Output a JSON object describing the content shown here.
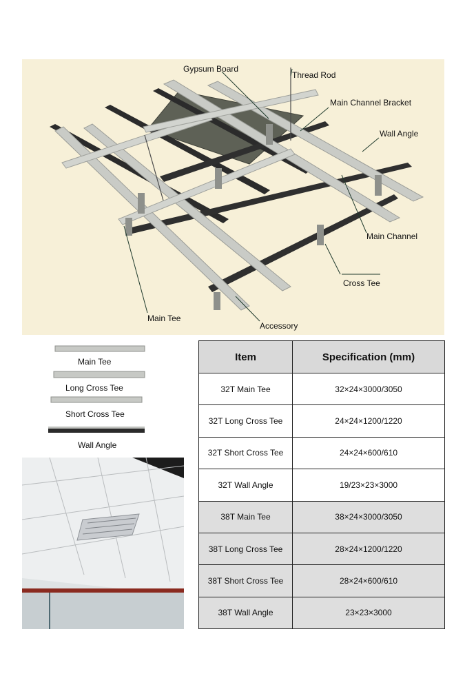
{
  "diagram": {
    "labels": {
      "gypsum_board": "Gypsum Board",
      "thread_rod": "Thread Rod",
      "main_channel_bracket": "Main Channel Bracket",
      "wall_angle": "Wall Angle",
      "main_channel": "Main Channel",
      "cross_tee": "Cross Tee",
      "main_tee": "Main Tee",
      "accessory": "Accessory"
    }
  },
  "profiles": [
    {
      "label": "Main Tee"
    },
    {
      "label": "Long Cross Tee"
    },
    {
      "label": "Short Cross Tee"
    },
    {
      "label": "Wall Angle"
    }
  ],
  "table": {
    "headers": [
      "Item",
      "Specification (mm)"
    ],
    "rows": [
      {
        "item": "32T Main Tee",
        "spec": "32×24×3000/3050"
      },
      {
        "item": "32T Long Cross Tee",
        "spec": "24×24×1200/1220"
      },
      {
        "item": "32T Short Cross Tee",
        "spec": "24×24×600/610"
      },
      {
        "item": "32T Wall Angle",
        "spec": "19/23×23×3000"
      },
      {
        "item": "38T Main Tee",
        "spec": "38×24×3000/3050"
      },
      {
        "item": "38T Long Cross Tee",
        "spec": "28×24×1200/1220"
      },
      {
        "item": "38T Short Cross Tee",
        "spec": "28×24×600/610"
      },
      {
        "item": "38T Wall Angle",
        "spec": "23×23×3000"
      }
    ]
  }
}
